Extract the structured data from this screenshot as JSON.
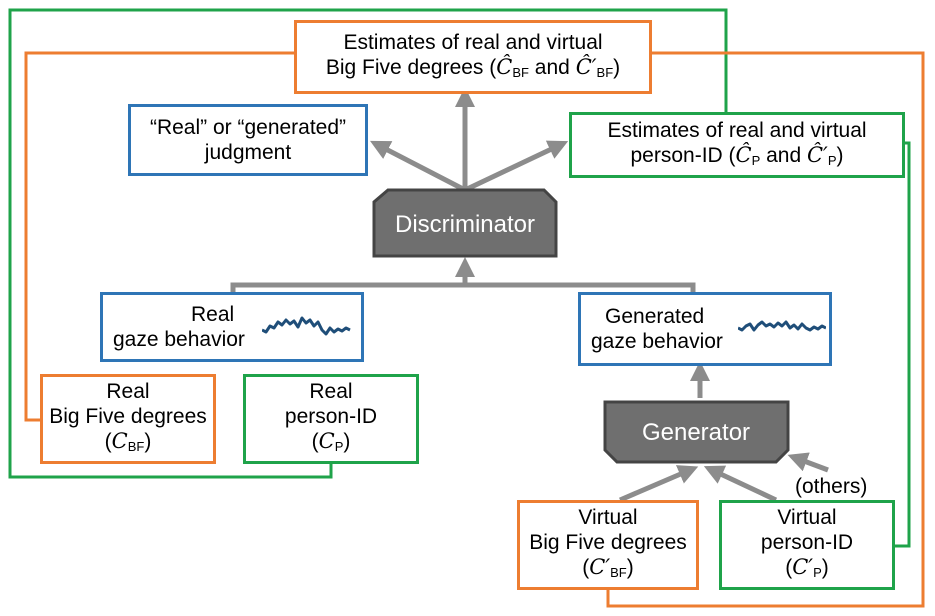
{
  "colors": {
    "orange": "#ed7d31",
    "blue": "#2e75b6",
    "green": "#1fa34a",
    "arrow": "#8c8c8c",
    "node_fill": "#6f6f6f",
    "node_stroke": "#444444",
    "signal": "#1f4e79"
  },
  "nodes": {
    "discriminator": "Discriminator",
    "generator": "Generator"
  },
  "boxes": {
    "bf_estimates": {
      "line1": "Estimates of real and virtual",
      "line2_pre": "Big Five degrees (",
      "sym1": "Ĉ",
      "sub1": "BF",
      "and": " and ",
      "sym2": "Ĉ′",
      "sub2": "BF",
      "close": ")"
    },
    "judgment": {
      "line1": "“Real” or “generated”",
      "line2": "judgment"
    },
    "pid_estimates": {
      "line1": "Estimates of real and virtual",
      "line2_pre": "person-ID (",
      "sym1": "Ĉ",
      "sub1": "P",
      "and": " and ",
      "sym2": "Ĉ′",
      "sub2": "P",
      "close": ")"
    },
    "real_gaze": {
      "line1": "Real",
      "line2": "gaze behavior"
    },
    "gen_gaze": {
      "line1": "Generated",
      "line2": "gaze behavior"
    },
    "real_bf": {
      "line1": "Real",
      "line2": "Big Five degrees",
      "open": "(",
      "sym": "C",
      "sub": "BF",
      "close": ")"
    },
    "real_pid": {
      "line1": "Real",
      "line2": "person-ID",
      "open": "(",
      "sym": "C",
      "sub": "P",
      "close": ")"
    },
    "virtual_bf": {
      "line1": "Virtual",
      "line2": "Big Five degrees",
      "open": "(",
      "sym": "C′",
      "sub": "BF",
      "close": ")"
    },
    "virtual_pid": {
      "line1": "Virtual",
      "line2": "person-ID",
      "open": "(",
      "sym": "C′",
      "sub": "P",
      "close": ")"
    }
  },
  "others_label": "(others)"
}
